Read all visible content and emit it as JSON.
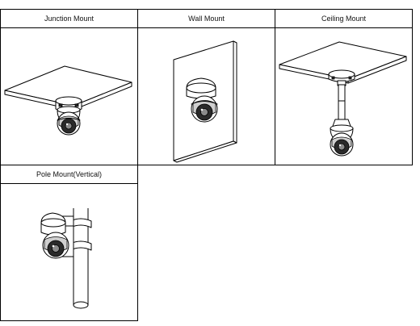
{
  "panels": {
    "junction": {
      "title": "Junction Mount"
    },
    "wall": {
      "title": "Wall Mount"
    },
    "ceiling": {
      "title": "Ceiling Mount"
    },
    "pole": {
      "title": "Pole Mount(Vertical)"
    }
  }
}
